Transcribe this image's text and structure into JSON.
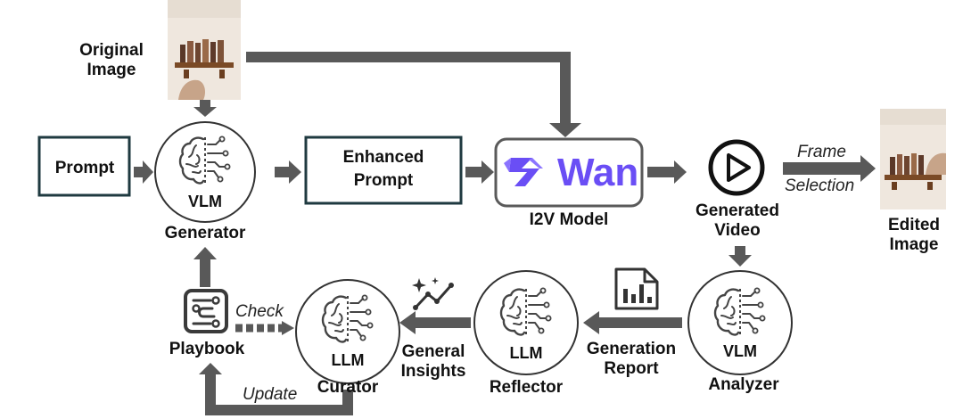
{
  "inputs": {
    "original_image_label": [
      "Original",
      "Image"
    ],
    "prompt_label": "Prompt"
  },
  "generator": {
    "model": "VLM",
    "role": "Generator"
  },
  "enhanced_prompt": {
    "line1": "Enhanced",
    "line2": "Prompt"
  },
  "i2v": {
    "logo_text": "Wan",
    "caption": "I2V Model"
  },
  "generated_video": {
    "label": [
      "Generated",
      "Video"
    ]
  },
  "frame_selection": {
    "line1": "Frame",
    "line2": "Selection"
  },
  "edited_image": {
    "label": [
      "Edited",
      "Image"
    ]
  },
  "analyzer": {
    "model": "VLM",
    "role": "Analyzer"
  },
  "generation_report": [
    "Generation",
    "Report"
  ],
  "reflector": {
    "model": "LLM",
    "role": "Reflector"
  },
  "general_insights": [
    "General",
    "Insights"
  ],
  "curator": {
    "model": "LLM",
    "role": "Curator"
  },
  "playbook": {
    "label": "Playbook",
    "check": "Check",
    "update": "Update"
  },
  "colors": {
    "arrow": "#595959",
    "box_border": "#1f3a40",
    "wan_purple": "#6a4ef5",
    "wan_border": "#5a5a5a",
    "playbook_icon": "#3a3a3a",
    "shelf_wood": "#7a4a26",
    "wall": "#efe7de"
  },
  "icons": {
    "generator": "brain-circuit-icon",
    "analyzer": "brain-circuit-icon",
    "reflector": "brain-circuit-icon",
    "curator": "brain-circuit-icon",
    "video": "play-icon",
    "report": "report-chart-icon",
    "insights": "sparkle-trend-icon",
    "playbook": "playbook-workflow-icon"
  }
}
